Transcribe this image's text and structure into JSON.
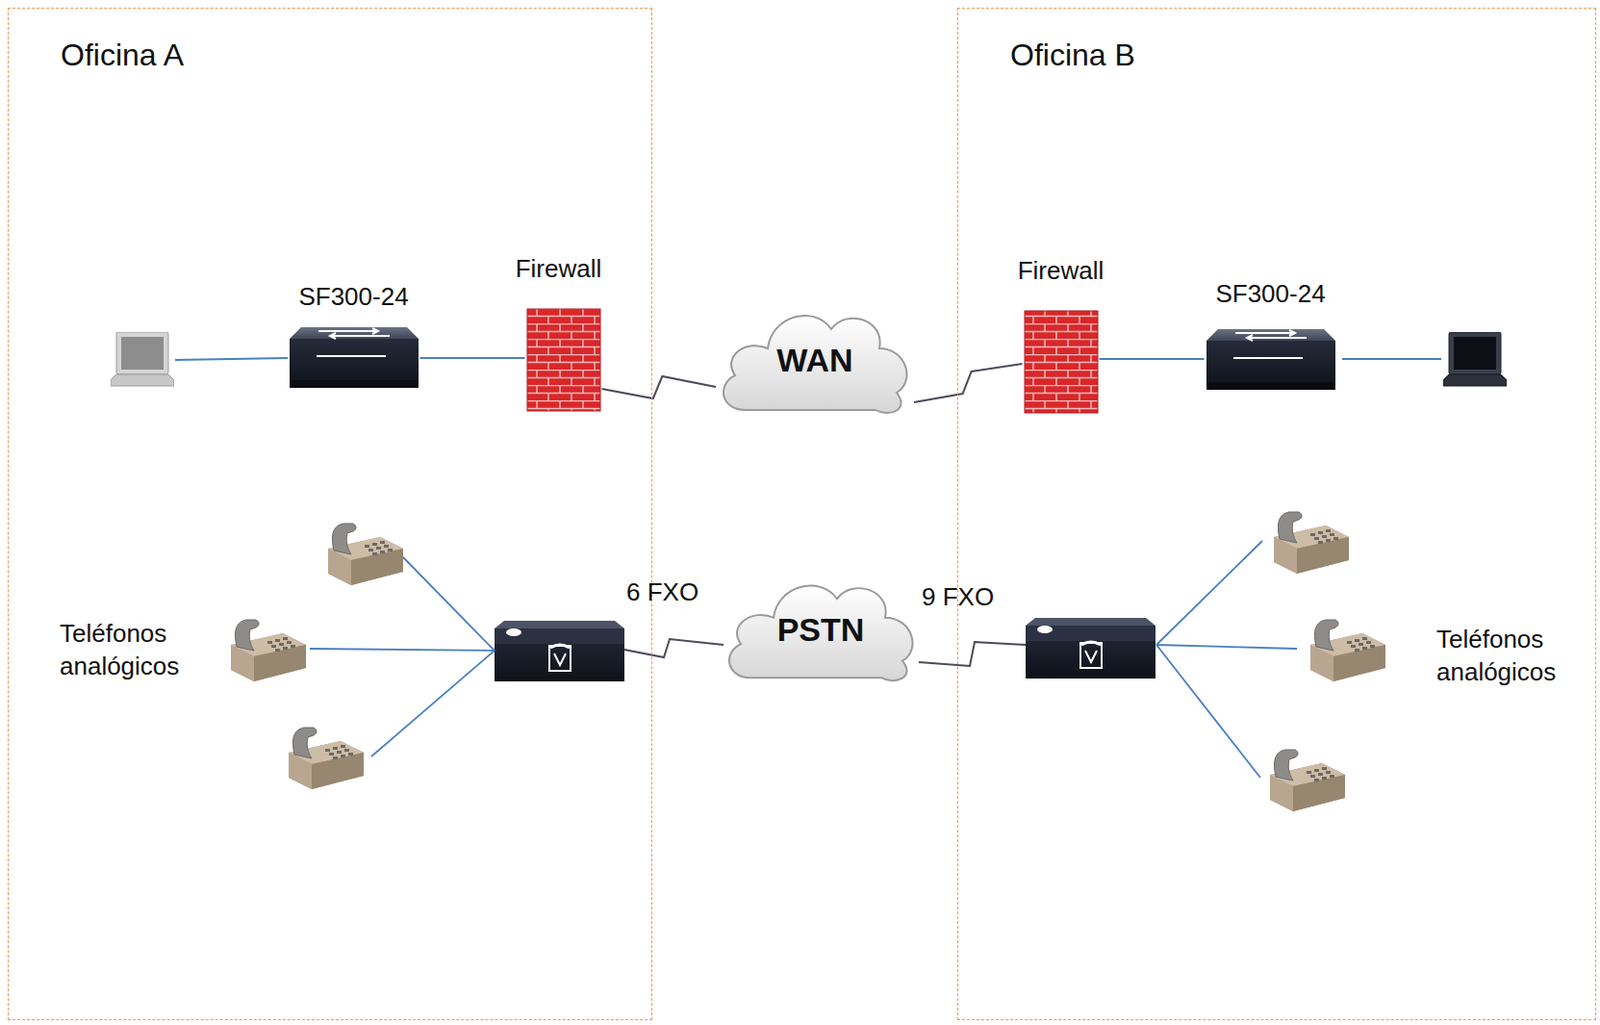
{
  "diagram": {
    "nodes": [
      {
        "text": [
          "Oficina A"
        ]
      },
      {
        "text": [
          "Oficina B"
        ]
      },
      {
        "text": [
          "SF300-24"
        ],
        "in": 0
      },
      {
        "text": [
          "Firewall"
        ],
        "in": 0
      },
      {
        "text": [
          "WAN"
        ]
      },
      {
        "text": [
          "Firewall"
        ],
        "in": 1
      },
      {
        "text": [
          "SF300-24"
        ],
        "in": 1
      },
      {
        "text": [
          "PSTN"
        ]
      }
    ],
    "edges": [
      {
        "from": 2,
        "to": 3,
        "arrow": "none"
      },
      {
        "from": 3,
        "to": 4,
        "arrow": "none"
      },
      {
        "from": 4,
        "to": 5,
        "arrow": "none"
      },
      {
        "from": 5,
        "to": 6,
        "arrow": "none"
      }
    ],
    "labels": [
      "6 FXO",
      "9 FXO",
      "Teléfonos analógicos",
      "Teléfonos analógicos"
    ]
  }
}
